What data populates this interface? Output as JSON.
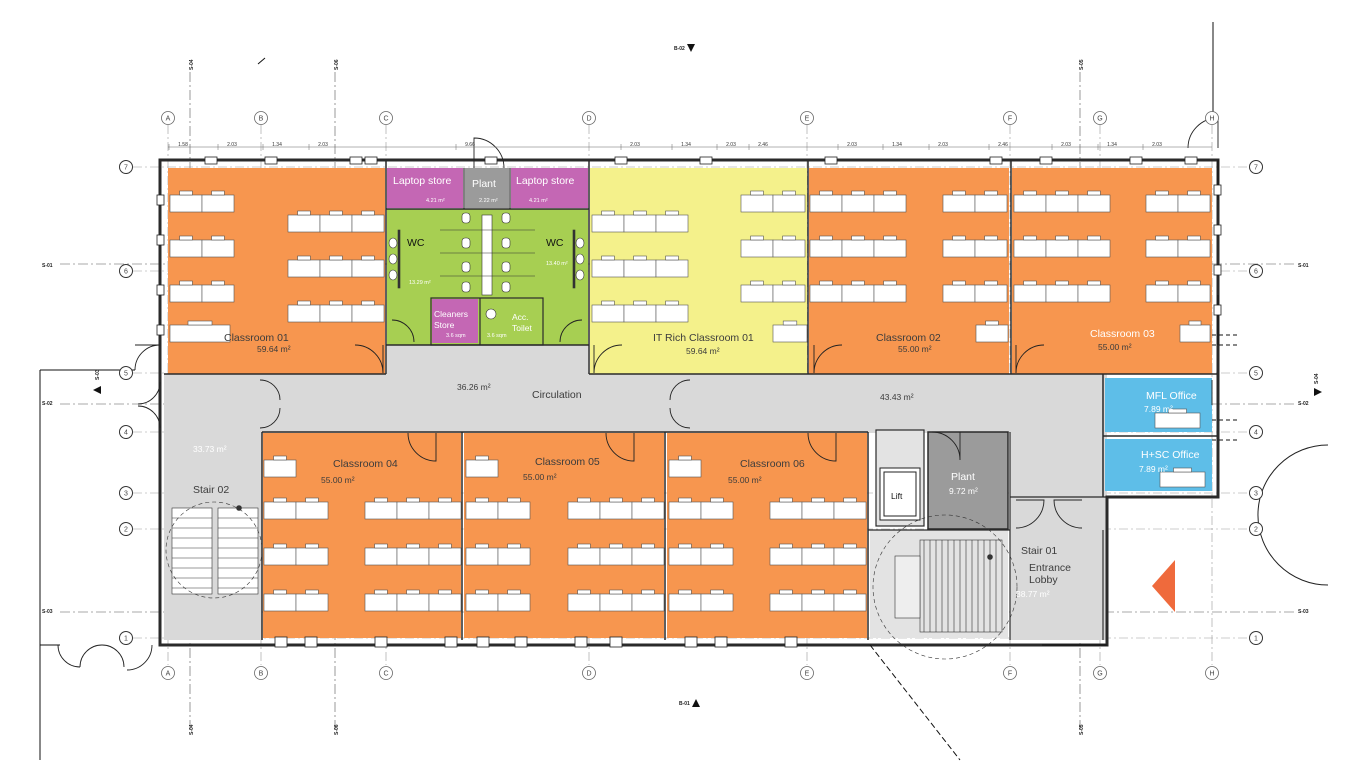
{
  "colors": {
    "classroom": "#f7964f",
    "it_room": "#f4f18b",
    "wc": "#a7cf52",
    "store": "#c467b4",
    "plant": "#9b9b9b",
    "circulation": "#d9d9d9",
    "office": "#5ebee8",
    "lift": "#e3e3e3",
    "arrow": "#ef6a3c",
    "wall": "#2a2a2a"
  },
  "rooms": {
    "classroom_01": {
      "name": "Classroom 01",
      "area": "59.64 m²"
    },
    "it_classroom_01": {
      "name": "IT Rich Classroom 01",
      "area": "59.64 m²"
    },
    "classroom_02": {
      "name": "Classroom 02",
      "area": "55.00 m²"
    },
    "classroom_03": {
      "name": "Classroom 03",
      "area": "55.00 m²"
    },
    "classroom_04": {
      "name": "Classroom 04",
      "area": "55.00 m²"
    },
    "classroom_05": {
      "name": "Classroom 05",
      "area": "55.00 m²"
    },
    "classroom_06": {
      "name": "Classroom 06",
      "area": "55.00 m²"
    },
    "laptop_store_1": {
      "name": "Laptop store",
      "area": "4.21 m²"
    },
    "plant_small": {
      "name": "Plant",
      "area": "2.22 m²"
    },
    "laptop_store_2": {
      "name": "Laptop store",
      "area": "4.21 m²"
    },
    "wc_left": {
      "name": "WC",
      "area": "13.29 m²"
    },
    "wc_right": {
      "name": "WC",
      "area": "13.40 m²"
    },
    "cleaners_store": {
      "name_line1": "Cleaners",
      "name_line2": "Store",
      "area": "3.6 sqm"
    },
    "acc_toilet": {
      "name_line1": "Acc.",
      "name_line2": "Toilet",
      "area": "3.6 sqm"
    },
    "circulation": {
      "name": "Circulation",
      "area_left": "36.26 m²",
      "area_right": "43.43 m²"
    },
    "stair_02": {
      "name": "Stair 02",
      "area": "33.73 m²"
    },
    "mfl_office": {
      "name": "MFL Office",
      "area": "7.89 m²"
    },
    "hsc_office": {
      "name": "H+SC Office",
      "area": "7.89 m²"
    },
    "plant_large": {
      "name": "Plant",
      "area": "9.72 m²"
    },
    "lift": {
      "name": "Lift"
    },
    "stair_01": {
      "name": "Stair 01"
    },
    "entrance_lobby": {
      "name_line1": "Entrance",
      "name_line2": "Lobby",
      "area": "38.77 m²"
    }
  },
  "grid": {
    "columns": [
      "A",
      "B",
      "C",
      "D",
      "E",
      "F",
      "G",
      "H"
    ],
    "rows": [
      "7",
      "6",
      "5",
      "4",
      "3",
      "2",
      "1"
    ],
    "dimensions": [
      "1.58",
      "2.03",
      "1.34",
      "2.03",
      "9.66",
      "2.03",
      "1.34",
      "2.03",
      "2.46",
      "2.03",
      "1.34",
      "2.03",
      "2.46",
      "2.03",
      "1.34",
      "2.03"
    ]
  },
  "sections": {
    "s01": "S-01",
    "s02": "S-02",
    "s03": "S-03",
    "s04": "S-04",
    "s05": "S-05",
    "s06": "S-06",
    "b01": "B-01",
    "b02": "B-02"
  }
}
